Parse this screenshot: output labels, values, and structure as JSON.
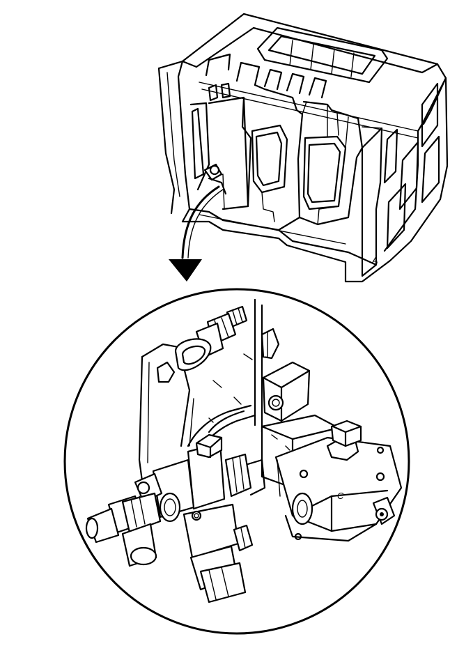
{
  "figure": {
    "label_upper": "A",
    "label_lower": "C",
    "colors": {
      "line": "#000000",
      "background": "#ffffff"
    },
    "icons": [
      "engine-block",
      "pointer-arrow",
      "detail-circle",
      "valve-assembly"
    ]
  }
}
